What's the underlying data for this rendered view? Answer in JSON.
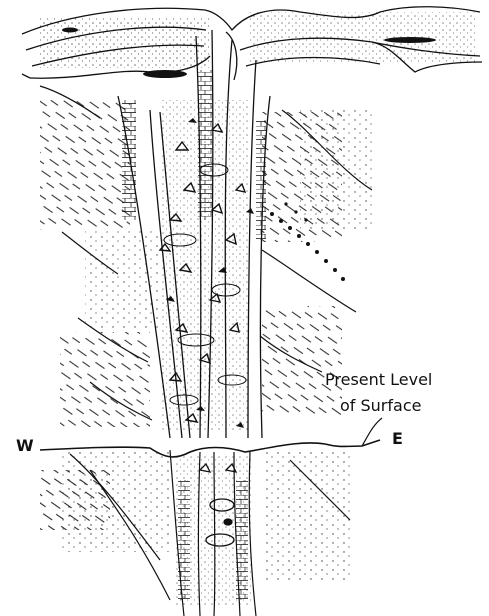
{
  "labels": {
    "present_level_line1": "Present Level",
    "present_level_line2": "of Surface",
    "west": "W",
    "east": "E"
  },
  "colors": {
    "ink": "#111111",
    "background": "#ffffff"
  }
}
